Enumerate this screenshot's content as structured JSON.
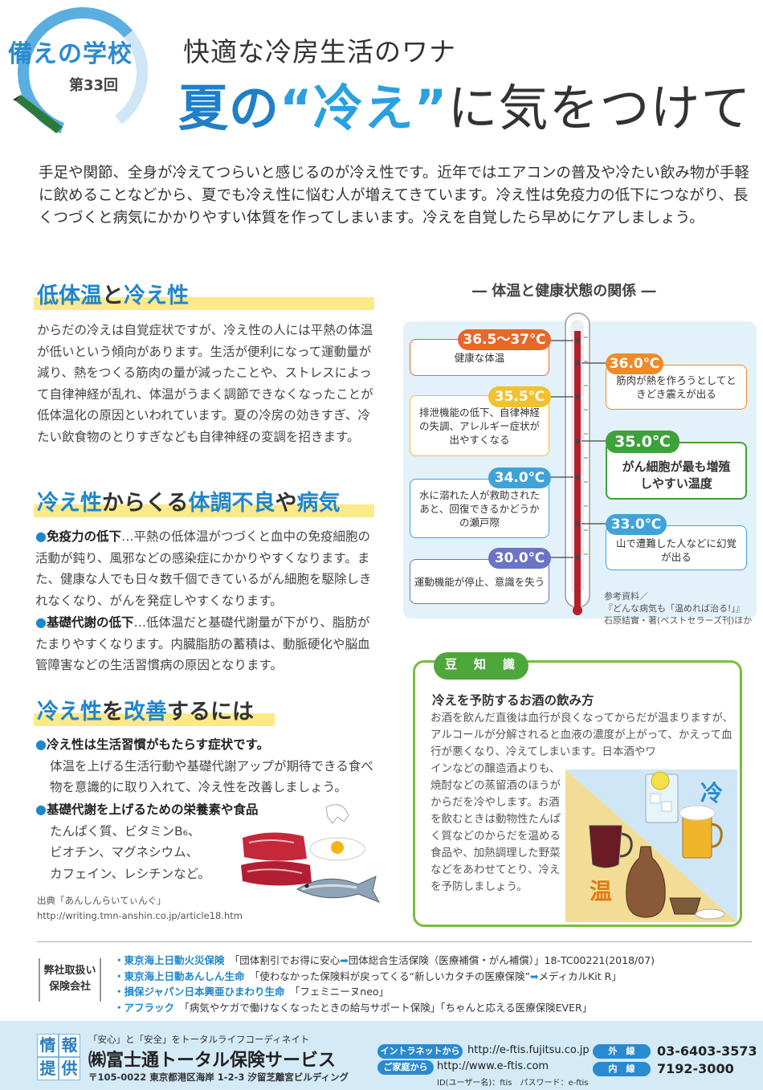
{
  "header": {
    "logo_title": "備えの学校",
    "issue": "第33回",
    "subtitle": "快適な冷房生活のワナ",
    "title_pre": "夏の",
    "title_quote_open": "“",
    "title_hi": "冷え",
    "title_quote_close": "”",
    "title_post": "に気をつけて"
  },
  "intro": "手足や関節、全身が冷えてつらいと感じるのが冷え性です。近年ではエアコンの普及や冷たい飲み物が手軽に飲めることなどから、夏でも冷え性に悩む人が増えてきています。冷え性は免疫力の低下につながり、長くつづくと病気にかかりやすい体質を作ってしまいます。冷えを自覚したら早めにケアしましょう。",
  "section1": {
    "heading_a": "低体温",
    "heading_b": "と",
    "heading_c": "冷え性",
    "body": "からだの冷えは自覚症状ですが、冷え性の人には平熱の体温が低いという傾向があります。生活が便利になって運動量が減り、熱をつくる筋肉の量が減ったことや、ストレスによって自律神経が乱れ、体温がうまく調節できなくなったことが低体温化の原因といわれています。夏の冷房の効きすぎ、冷たい飲食物のとりすぎなども自律神経の変調を招きます。"
  },
  "section2": {
    "heading_a": "冷え性",
    "heading_b": "からくる",
    "heading_c": "体調不良",
    "heading_d": "や",
    "heading_e": "病気",
    "bullets": [
      {
        "head": "免疫力の低下",
        "text": "…平熱の低体温がつづくと血中の免疫細胞の活動が鈍り、風邪などの感染症にかかりやすくなります。また、健康な人でも日々数千個できているがん細胞を駆除しきれなくなり、がんを発症しやすくなります。"
      },
      {
        "head": "基礎代謝の低下",
        "text": "…低体温だと基礎代謝量が下がり、脂肪がたまりやすくなります。内臓脂肪の蓄積は、動脈硬化や脳血管障害などの生活習慣病の原因となります。"
      }
    ]
  },
  "section3": {
    "heading_a": "冷え性",
    "heading_b": "を",
    "heading_c": "改善",
    "heading_d": "するには",
    "bullet1_head": "冷え性は生活習慣がもたらす症状です。",
    "bullet1_text": "体温を上げる生活行動や基礎代謝アップが期待できる食べ物を意識的に取り入れて、冷え性を改善しましょう。",
    "bullet2_head": "基礎代謝を上げるための栄養素や食品",
    "foods_line1": "たんぱく質、ビタミンB₆、",
    "foods_line2": "ビオチン、マグネシウム、",
    "foods_line3": "カフェイン、レシチンなど。"
  },
  "source": {
    "label": "出典「あんしんらいてぃんぐ」",
    "url": "http://writing.tmn-anshin.co.jp/article18.htm"
  },
  "chart": {
    "title": "― 体温と健康状態の関係 ―",
    "left": [
      {
        "temp": "36.5～37℃",
        "desc": "健康な体温",
        "color": "#e8672b"
      },
      {
        "temp": "35.5℃",
        "desc": "排泄機能の低下、自律神経の失調、アレルギー症状が出やすくなる",
        "color": "#f2c12e"
      },
      {
        "temp": "34.0℃",
        "desc": "水に溺れた人が救助されたあと、回復できるかどうかの瀬戸際",
        "color": "#3fa3d8"
      },
      {
        "temp": "30.0℃",
        "desc": "運動機能が停止、意識を失う",
        "color": "#6b74c4"
      }
    ],
    "right": [
      {
        "temp": "36.0℃",
        "desc": "筋肉が熱を作ろうとしてときどき震えが出る",
        "color": "#ee8a2a"
      },
      {
        "temp": "35.0℃",
        "desc": "がん細胞が最も増殖しやすい温度",
        "color": "#3ea23a"
      },
      {
        "temp": "33.0℃",
        "desc": "山で遭難した人などに幻覚が出る",
        "color": "#3fa3d8"
      }
    ],
    "ref_line1": "参考資料／",
    "ref_line2": "『どんな病気も「温めれば治る!」』",
    "ref_line3": "石原結實・著(ベストセラーズ刊)ほか"
  },
  "trivia": {
    "tag": [
      "豆",
      "知",
      "識"
    ],
    "title": "冷えを予防するお酒の飲み方",
    "body_wide": "お酒を飲んだ直後は血行が良くなってからだが温まりますが、アルコールが分解されると血液の濃度が上がって、かえって血行が悪くなり、冷えてしまいます。日本酒やワ",
    "body_narrow": "インなどの醸造酒よりも、焼酎などの蒸留酒のほうがからだを冷やします。お酒を飲むときは動物性たんぱく質などのからだを温める食品や、加熱調理した野菜などをあわせてとり、冷えを予防しましょう。",
    "cold_label": "冷",
    "warm_label": "温"
  },
  "companies": {
    "label_line1": "弊社取扱い",
    "label_line2": "保険会社",
    "items": [
      {
        "name": "・東京海上日動火災保険",
        "text": "「団体割引でお得に安心",
        "arrow": "➡",
        "text2": "団体総合生活保険（医療補償・がん補償）」18-TC00221(2018/07)"
      },
      {
        "name": "・東京海上日動あんしん生命",
        "text": "「使わなかった保険料が戻ってくる“新しいカタチの医療保険”",
        "arrow": "➡",
        "text2": "メディカルKit R」"
      },
      {
        "name": "・損保ジャパン日本興亜ひまわり生命",
        "text": "「フェミニーヌneo」",
        "arrow": "",
        "text2": ""
      },
      {
        "name": "・アフラック",
        "text": "「病気やケガで働けなくなったときの給与サポート保険」「ちゃんと応える医療保険EVER」",
        "arrow": "",
        "text2": ""
      }
    ]
  },
  "footer": {
    "grid": [
      "情",
      "報",
      "提",
      "供"
    ],
    "tagline": "「安心」と「安全」をトータルライフコーディネイト",
    "company": "㈱富士通トータル保険サービス",
    "address": "〒105-0022 東京都港区海岸 1-2-3 汐留芝離宮ビルディング",
    "intranet_label": "イントラネットから",
    "intranet_url": "http://e-ftis.fujitsu.co.jp",
    "home_label": "ご家庭から",
    "home_url": "http://www.e-ftis.com",
    "id_text": "ID(ユーザー名)：ftis　パスワード：e-ftis",
    "ext_label": "外　線",
    "ext_tel": "03-6403-3573",
    "int_label": "内　線",
    "int_tel": "7192-3000"
  }
}
